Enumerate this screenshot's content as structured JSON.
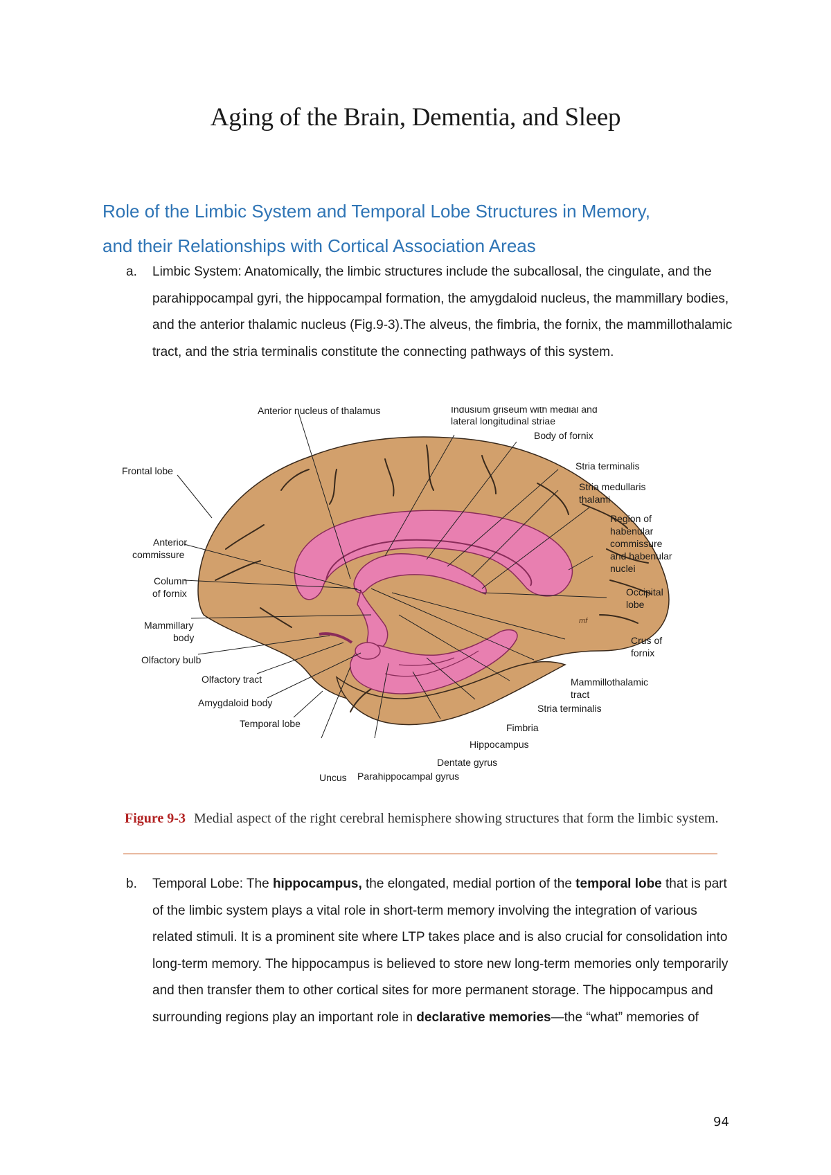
{
  "title": "Aging of the Brain, Dementia, and Sleep",
  "heading": {
    "line1": "Role of the Limbic System and Temporal Lobe Structures in Memory,",
    "line2": "and their Relationships with Cortical Association Areas"
  },
  "item_a": {
    "marker": "a.",
    "text": "Limbic System: Anatomically, the limbic structures include the subcallosal, the cingulate, and the parahippocampal gyri, the hippocampal formation, the amygdaloid nucleus, the mammillary bodies, and the anterior thalamic nucleus (Fig.9-3).The alveus, the fimbria, the fornix, the mammillothalamic tract, and the stria terminalis constitute the connecting pathways of this system."
  },
  "figure": {
    "labels": {
      "anterior_nucleus": "Anterior nucleus of thalamus",
      "indusium_1": "Indusium griseum with medial and",
      "indusium_2": "lateral longitudinal striae",
      "body_of_fornix": "Body of fornix",
      "stria_terminalis_top": "Stria terminalis",
      "stria_medullaris_1": "Stria medullaris",
      "stria_medullaris_2": "thalami",
      "habenular_1": "Region of",
      "habenular_2": "habenular",
      "habenular_3": "commissure",
      "habenular_4": "and habenular",
      "habenular_5": "nuclei",
      "frontal_lobe": "Frontal lobe",
      "anterior_commissure_1": "Anterior",
      "anterior_commissure_2": "commissure",
      "occipital_1": "Occipital",
      "occipital_2": "lobe",
      "column_fornix_1": "Column",
      "column_fornix_2": "of fornix",
      "crus_fornix_1": "Crus of",
      "crus_fornix_2": "fornix",
      "mammillary_1": "Mammillary",
      "mammillary_2": "body",
      "mammillothalamic_1": "Mammillothalamic",
      "mammillothalamic_2": "tract",
      "olfactory_bulb": "Olfactory bulb",
      "stria_terminalis_bottom": "Stria terminalis",
      "olfactory_tract": "Olfactory tract",
      "fimbria": "Fimbria",
      "amygdaloid_body": "Amygdaloid body",
      "hippocampus": "Hippocampus",
      "temporal_lobe": "Temporal lobe",
      "dentate_gyrus": "Dentate gyrus",
      "uncus": "Uncus",
      "parahippocampal_gyrus": "Parahippocampal gyrus",
      "artist_mark": "mf"
    },
    "colors": {
      "brain": "#d2a06c",
      "limbic": "#e87fb0",
      "outline": "#3a2a1c"
    }
  },
  "caption": {
    "fig_num": "Figure 9-3",
    "text": "Medial aspect of the right cerebral hemisphere showing structures that form the limbic system."
  },
  "item_b": {
    "marker": "b.",
    "p1": "Temporal Lobe: The ",
    "b1": "hippocampus,",
    "p2": " the elongated, medial portion of the ",
    "b2": "temporal lobe",
    "p3": " that is part of the limbic system plays a vital role in short-term memory involving the integration of various related stimuli. It is a prominent site where LTP takes place and is also crucial for consolidation into long-term memory. The hippocampus is believed to store new long-term memories only temporarily and then transfer them to other cortical sites for more permanent storage. The hippocampus and surrounding regions play an important role in ",
    "b3": "declarative memories",
    "p4": "—the “what” memories of"
  },
  "page_number": "94"
}
